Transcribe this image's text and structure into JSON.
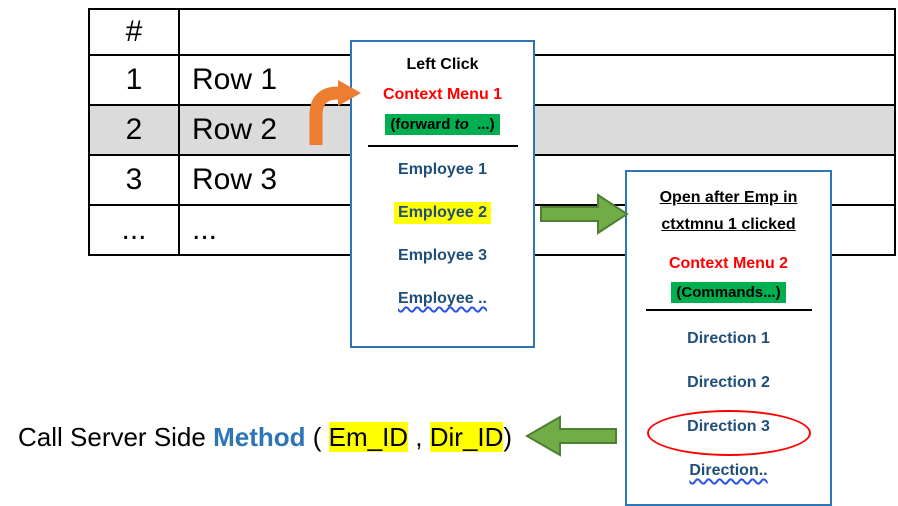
{
  "colors": {
    "menu_border": "#2E75B6",
    "highlight_green": "#00B050",
    "highlight_yellow": "#FFFF00",
    "accent_red": "#FF0000",
    "menu_item_blue": "#1F4E79",
    "method_blue": "#2E75B6",
    "arrow_orange": "#ED7D31",
    "arrow_green": "#70AD47",
    "row_shade_gray": "#DBDBDB"
  },
  "table": {
    "header_col1": "#",
    "header_col2": "",
    "rows": [
      {
        "num": "1",
        "label": "Row 1"
      },
      {
        "num": "2",
        "label": "Row 2"
      },
      {
        "num": "3",
        "label": "Row 3"
      },
      {
        "num": "...",
        "label": "..."
      }
    ]
  },
  "menu1": {
    "title": "Left Click",
    "subtitle": "Context Menu 1",
    "note_pre": "(forward ",
    "note_italic": "to",
    "note_post": "  ...)",
    "items": [
      "Employee 1",
      "Employee 2",
      "Employee 3",
      "Employee .."
    ]
  },
  "menu2": {
    "title_line1": "Open after Emp in",
    "title_line2": "ctxtmnu 1 clicked",
    "subtitle": "Context Menu 2",
    "note": "(Commands...)",
    "items": [
      "Direction 1",
      "Direction 2",
      "Direction 3",
      "Direction.."
    ]
  },
  "caption": {
    "prefix": "Call Server Side ",
    "method": "Method",
    "open": " ( ",
    "param1": "Em_ID",
    "separator": " , ",
    "param2": "Dir_ID",
    "close": ")"
  }
}
